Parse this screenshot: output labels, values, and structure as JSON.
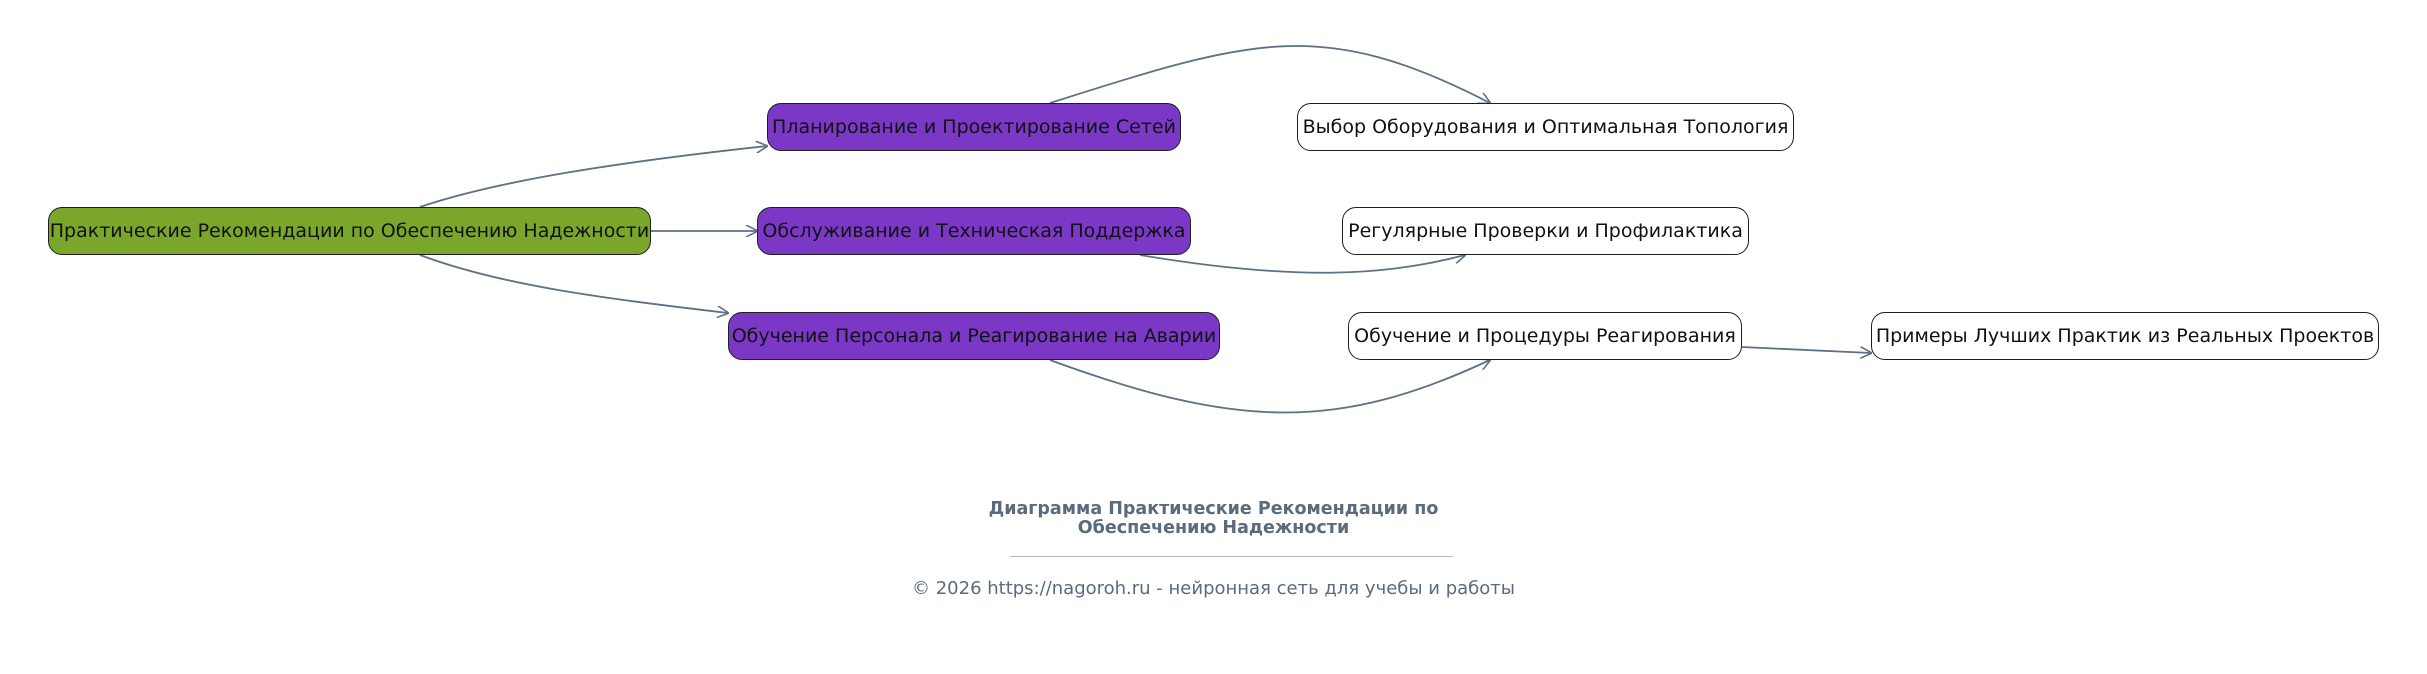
{
  "diagram": {
    "root": "Практические Рекомендации по Обеспечению Надежности",
    "branches": [
      "Планирование и Проектирование Сетей",
      "Обслуживание и Техническая Поддержка",
      "Обучение Персонала и Реагирование на Аварии"
    ],
    "leaves": [
      "Выбор Оборудования и Оптимальная Топология",
      "Регулярные Проверки и Профилактика",
      "Обучение и Процедуры Реагирования",
      "Примеры Лучших Практик из Реальных Проектов"
    ],
    "edges": [
      {
        "from": "root",
        "to": "b0"
      },
      {
        "from": "root",
        "to": "b1"
      },
      {
        "from": "root",
        "to": "b2"
      },
      {
        "from": "b0",
        "to": "l0"
      },
      {
        "from": "b1",
        "to": "l1"
      },
      {
        "from": "b2",
        "to": "l2"
      },
      {
        "from": "l2",
        "to": "l3"
      }
    ],
    "colors": {
      "root_fill": "#7aa62c",
      "branch_fill": "#7b38c6",
      "leaf_fill": "#ffffff",
      "edge": "#5e7185",
      "caption": "#5a6b7d"
    }
  },
  "caption": {
    "title_line1": "Диаграмма Практические Рекомендации по",
    "title_line2": "Обеспечению Надежности",
    "footer": "© 2026 https://nagoroh.ru - нейронная сеть для учебы и работы"
  }
}
